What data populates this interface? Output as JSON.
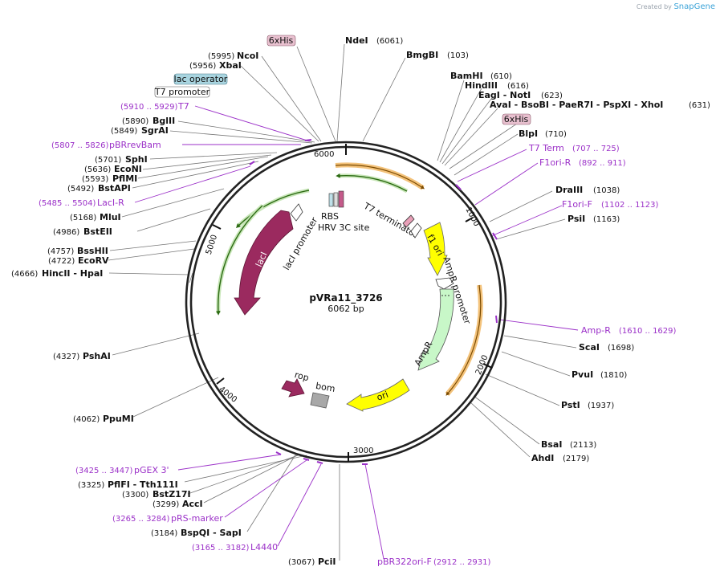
{
  "watermark": {
    "prefix": "Created by",
    "brand": "SnapGene"
  },
  "plasmid": {
    "name": "pVRa11_3726",
    "length_label": "6062 bp"
  },
  "ticks": [
    {
      "label": "1000",
      "angle": 119
    },
    {
      "label": "2000",
      "angle": 177
    },
    {
      "label": "3000",
      "angle": 178.2,
      "at": "bottom"
    },
    {
      "label": "4000",
      "angle": 237
    },
    {
      "label": "5000",
      "angle": 297
    },
    {
      "label": "6000",
      "angle": 356
    }
  ],
  "sites_right": [
    {
      "name": "NdeI",
      "pos": "(6061)"
    },
    {
      "name": "BmgBI",
      "pos": "(103)"
    },
    {
      "name": "BamHI",
      "pos": "(610)"
    },
    {
      "name": "HindIII",
      "pos": "(616)"
    },
    {
      "name": "EagI - NotI",
      "pos": "(623)"
    },
    {
      "name": "AvaI - BsoBI - PaeR7I - PspXI - XhoI",
      "pos": "(631)"
    },
    {
      "name": "BlpI",
      "pos": "(710)"
    },
    {
      "name": "DraIII",
      "pos": "(1038)"
    },
    {
      "name": "PsiI",
      "pos": "(1163)"
    },
    {
      "name": "ScaI",
      "pos": "(1698)"
    },
    {
      "name": "PvuI",
      "pos": "(1810)"
    },
    {
      "name": "PstI",
      "pos": "(1937)"
    },
    {
      "name": "BsaI",
      "pos": "(2113)"
    },
    {
      "name": "AhdI",
      "pos": "(2179)"
    },
    {
      "name": "PciI",
      "pos": "(3067)"
    }
  ],
  "sites_left": [
    {
      "name": "NcoI",
      "pos": "(5995)"
    },
    {
      "name": "XbaI",
      "pos": "(5956)"
    },
    {
      "name": "BglII",
      "pos": "(5890)"
    },
    {
      "name": "SgrAI",
      "pos": "(5849)"
    },
    {
      "name": "SphI",
      "pos": "(5701)"
    },
    {
      "name": "EcoNI",
      "pos": "(5636)"
    },
    {
      "name": "PflMI",
      "pos": "(5593)"
    },
    {
      "name": "BstAPI",
      "pos": "(5492)"
    },
    {
      "name": "MluI",
      "pos": "(5168)"
    },
    {
      "name": "BstEII",
      "pos": "(4986)"
    },
    {
      "name": "BssHII",
      "pos": "(4757)"
    },
    {
      "name": "EcoRV",
      "pos": "(4722)"
    },
    {
      "name": "HincII - HpaI",
      "pos": "(4666)"
    },
    {
      "name": "PshAI",
      "pos": "(4327)"
    },
    {
      "name": "PpuMI",
      "pos": "(4062)"
    },
    {
      "name": "PflFI - Tth111I",
      "pos": "(3325)"
    },
    {
      "name": "BstZ17I",
      "pos": "(3300)"
    },
    {
      "name": "AccI",
      "pos": "(3299)"
    },
    {
      "name": "BspQI - SapI",
      "pos": "(3184)"
    }
  ],
  "primers": [
    {
      "name": "T7",
      "pos": "(5910 .. 5929)"
    },
    {
      "name": "pBRrevBam",
      "pos": "(5807 .. 5826)"
    },
    {
      "name": "LacI-R",
      "pos": "(5485 .. 5504)"
    },
    {
      "name": "T7 Term",
      "pos": "(707 .. 725)"
    },
    {
      "name": "F1ori-R",
      "pos": "(892 .. 911)"
    },
    {
      "name": "F1ori-F",
      "pos": "(1102 .. 1123)"
    },
    {
      "name": "Amp-R",
      "pos": "(1610 .. 1629)"
    },
    {
      "name": "pGEX 3'",
      "pos": "(3425 .. 3447)"
    },
    {
      "name": "pRS-marker",
      "pos": "(3265 .. 3284)"
    },
    {
      "name": "L4440",
      "pos": "(3165 .. 3182)"
    },
    {
      "name": "pBR322ori-F",
      "pos": "(2912 .. 2931)"
    }
  ],
  "boxed_labels": [
    {
      "text": "6xHis",
      "style": "pink"
    },
    {
      "text": "lac operator",
      "style": "blue"
    },
    {
      "text": "T7 promoter",
      "style": "white"
    },
    {
      "text": "6xHis",
      "style": "pink"
    }
  ],
  "features": {
    "rbs": "RBS",
    "hrv": "HRV 3C site",
    "t7term": "T7 terminator",
    "f1ori": "f1 ori",
    "amppro": "AmpR promoter",
    "ampr": "AmpR",
    "ori": "ori",
    "bom": "bom",
    "rop": "rop",
    "lacipro": "lacI promoter",
    "laci": "lacI"
  },
  "colors": {
    "backbone": "#222222",
    "primer": "#9b30c8",
    "lacI": "#9b2a5f",
    "ampR": "#c8f7c8",
    "ori": "#ffff00",
    "f1ori": "#ffff00",
    "orf_fill": "#f3c27a",
    "orf_stroke": "#b07000",
    "green_arrow": "#3a8a1e",
    "box_pink": "#e8c0cf",
    "box_blue": "#a9d5e0"
  }
}
